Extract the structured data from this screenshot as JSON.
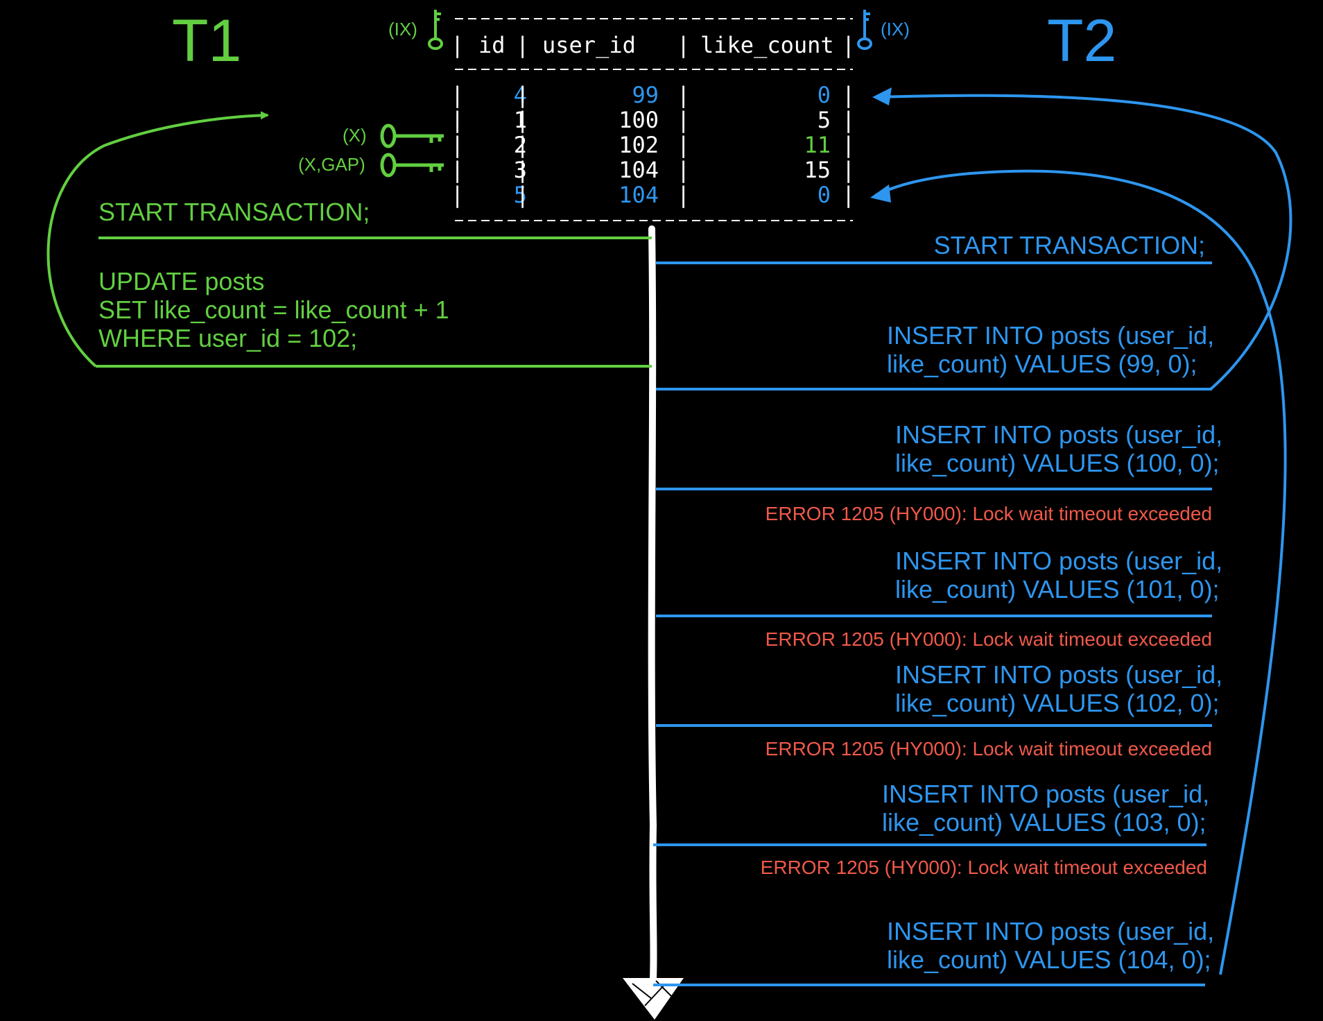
{
  "headers": {
    "t1": "T1",
    "t2": "T2"
  },
  "locks": {
    "table_ix_left": "(IX)",
    "table_ix_right": "(IX)",
    "row_x": "(X)",
    "row_x_gap": "(X,GAP)"
  },
  "table": {
    "columns": [
      "id",
      "user_id",
      "like_count"
    ],
    "rows": [
      {
        "id": "4",
        "user_id": "99",
        "like_count": "0",
        "highlight": "blue"
      },
      {
        "id": "1",
        "user_id": "100",
        "like_count": "5",
        "highlight": "none"
      },
      {
        "id": "2",
        "user_id": "102",
        "like_count": "11",
        "highlight": "green-count"
      },
      {
        "id": "3",
        "user_id": "104",
        "like_count": "15",
        "highlight": "none"
      },
      {
        "id": "5",
        "user_id": "104",
        "like_count": "0",
        "highlight": "blue"
      }
    ]
  },
  "t1": {
    "start": "START TRANSACTION;",
    "update_line1": "UPDATE posts",
    "update_line2": "SET like_count = like_count + 1",
    "update_line3": "WHERE user_id = 102;"
  },
  "t2": {
    "start": "START TRANSACTION;",
    "inserts": [
      {
        "line1": "INSERT INTO posts (user_id,",
        "line2": "like_count) VALUES (99, 0);"
      },
      {
        "line1": "INSERT INTO posts (user_id,",
        "line2": "like_count) VALUES (100, 0);"
      },
      {
        "line1": "INSERT INTO posts (user_id,",
        "line2": "like_count) VALUES (101, 0);"
      },
      {
        "line1": "INSERT INTO posts (user_id,",
        "line2": "like_count) VALUES (102, 0);"
      },
      {
        "line1": "INSERT INTO posts (user_id,",
        "line2": "like_count) VALUES (103, 0);"
      },
      {
        "line1": "INSERT INTO posts (user_id,",
        "line2": "like_count) VALUES (104, 0);"
      }
    ],
    "errors": [
      "ERROR 1205 (HY000): Lock wait timeout exceeded",
      "ERROR 1205 (HY000): Lock wait timeout exceeded",
      "ERROR 1205 (HY000): Lock wait timeout exceeded",
      "ERROR 1205 (HY000): Lock wait timeout exceeded"
    ]
  },
  "colors": {
    "t1": "#62cf41",
    "t2": "#2e96ef",
    "error": "#f0594a",
    "timeline": "#ffffff",
    "table_text": "#ffffff"
  },
  "icons": {
    "table_lock_left": "key-icon",
    "table_lock_right": "key-icon",
    "row_lock_x": "key-icon",
    "row_lock_gap": "key-icon"
  }
}
